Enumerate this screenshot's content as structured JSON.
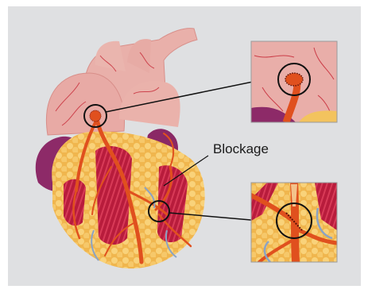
{
  "labels": {
    "blockage": "Blockage"
  },
  "colors": {
    "background_panel": "#dfe0e2",
    "heart_pink": "#e7a9a4",
    "heart_red": "#b5203a",
    "artery_orange": "#e0501e",
    "fat_yellow": "#f3c35e",
    "chamber_purple": "#8d2a68",
    "leader_line": "#1a1a1a"
  },
  "icons": [
    "heart-illustration",
    "magnifier-circle",
    "zoom-inset"
  ]
}
